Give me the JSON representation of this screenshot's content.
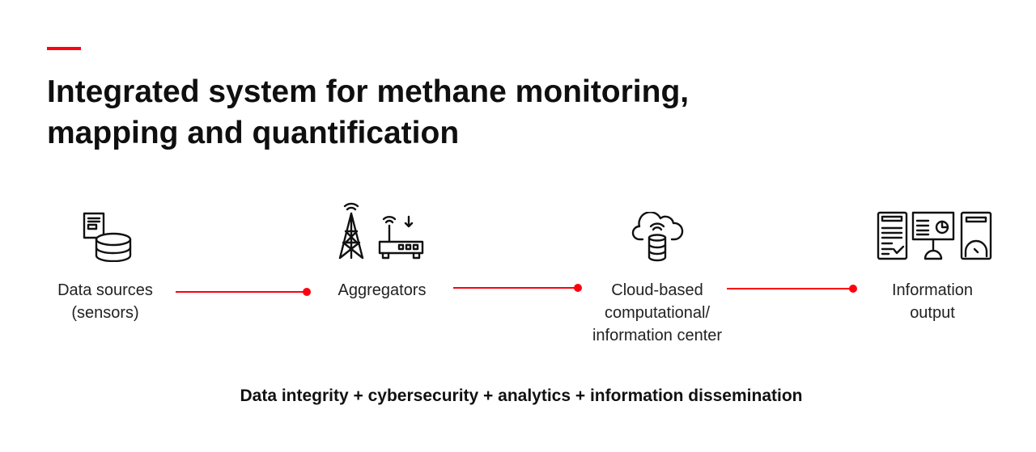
{
  "title": {
    "line1": "Integrated system for methane monitoring,",
    "line2": "mapping and quantification"
  },
  "steps": [
    {
      "label_lines": [
        "Data sources",
        "(sensors)"
      ],
      "icon": "document-database-icon"
    },
    {
      "label_lines": [
        "Aggregators"
      ],
      "icon": "tower-router-icon"
    },
    {
      "label_lines": [
        "Cloud-based",
        "computational/",
        "information center"
      ],
      "icon": "cloud-database-icon"
    },
    {
      "label_lines": [
        "Information",
        "output"
      ],
      "icon": "reports-dashboard-icon"
    }
  ],
  "footer": "Data integrity + cybersecurity + analytics + information dissemination",
  "colors": {
    "accent": "#ff000f",
    "text": "#111111"
  }
}
